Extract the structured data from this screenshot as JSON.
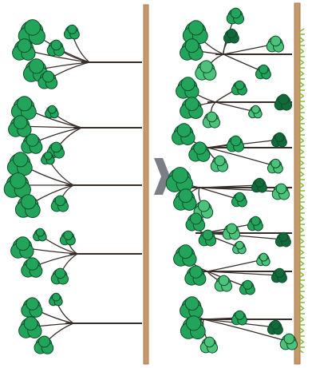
{
  "colors": {
    "background": "#ffffff",
    "axis": "#c49a6c",
    "axis_stroke": "#a87a4c",
    "branch": "#3a2e2a",
    "leaf": "#22a55a",
    "leaf_light": "#4cc27a",
    "leaf_dark": "#12693a",
    "leaf_outline": "#0d4d2a",
    "arrow": "#7a7f86",
    "grass": "#8bb83a"
  },
  "panels": [
    {
      "name": "before-pruning",
      "tiers": 5,
      "description_shape": "sparse-branch-clusters"
    },
    {
      "name": "after-growth",
      "tiers": 7,
      "description_shape": "dense-branch-clusters"
    }
  ],
  "icons": {
    "arrow": "right-arrow-icon"
  }
}
